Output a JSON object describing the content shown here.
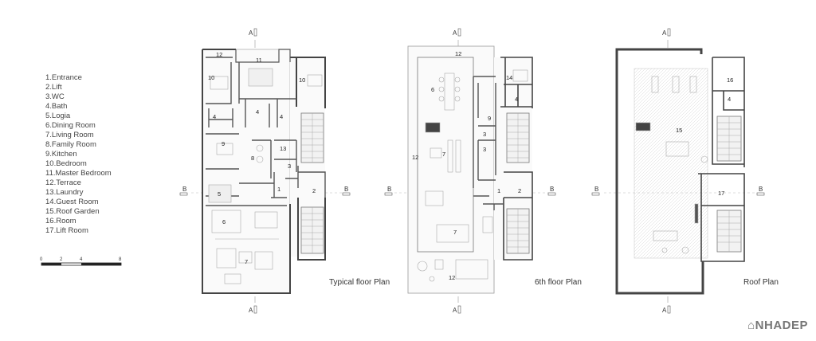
{
  "legend": [
    "1.Entrance",
    "2.Lift",
    "3.WC",
    "4.Bath",
    "5.Logia",
    "6.Dining Room",
    "7.Living Room",
    "8.Family Room",
    "9.Kitchen",
    "10.Bedroom",
    "11.Master Bedroom",
    "12.Terrace",
    "13.Laundry",
    "14.Guest Room",
    "15.Roof Garden",
    "16.Room",
    "17.Lift Room"
  ],
  "scale_bar": {
    "ticks": [
      "0",
      "2",
      "4",
      "8"
    ]
  },
  "section_markers": {
    "a": "A",
    "b": "B"
  },
  "plans": {
    "typical": {
      "title": "Typical floor Plan",
      "rooms": {
        "r12": "12",
        "r11": "11",
        "r10a": "10",
        "r10b": "10",
        "r4a": "4",
        "r4b": "4",
        "r4c": "4",
        "r9": "9",
        "r8": "8",
        "r13": "13",
        "r3": "3",
        "r1": "1",
        "r2": "2",
        "r5": "5",
        "r6": "6",
        "r7": "7"
      }
    },
    "sixth": {
      "title": "6th floor Plan",
      "rooms": {
        "r12top": "12",
        "r14": "14",
        "r6": "6",
        "r4": "4",
        "r9": "9",
        "r3a": "3",
        "r3b": "3",
        "r7a": "7",
        "r12left": "12",
        "r1": "1",
        "r2": "2",
        "r7b": "7",
        "r12bottom": "12"
      }
    },
    "roof": {
      "title": "Roof Plan",
      "rooms": {
        "r16": "16",
        "r4": "4",
        "r15": "15",
        "r17": "17"
      }
    }
  },
  "watermark": {
    "mark": "⌂",
    "text": "NHADEP"
  }
}
